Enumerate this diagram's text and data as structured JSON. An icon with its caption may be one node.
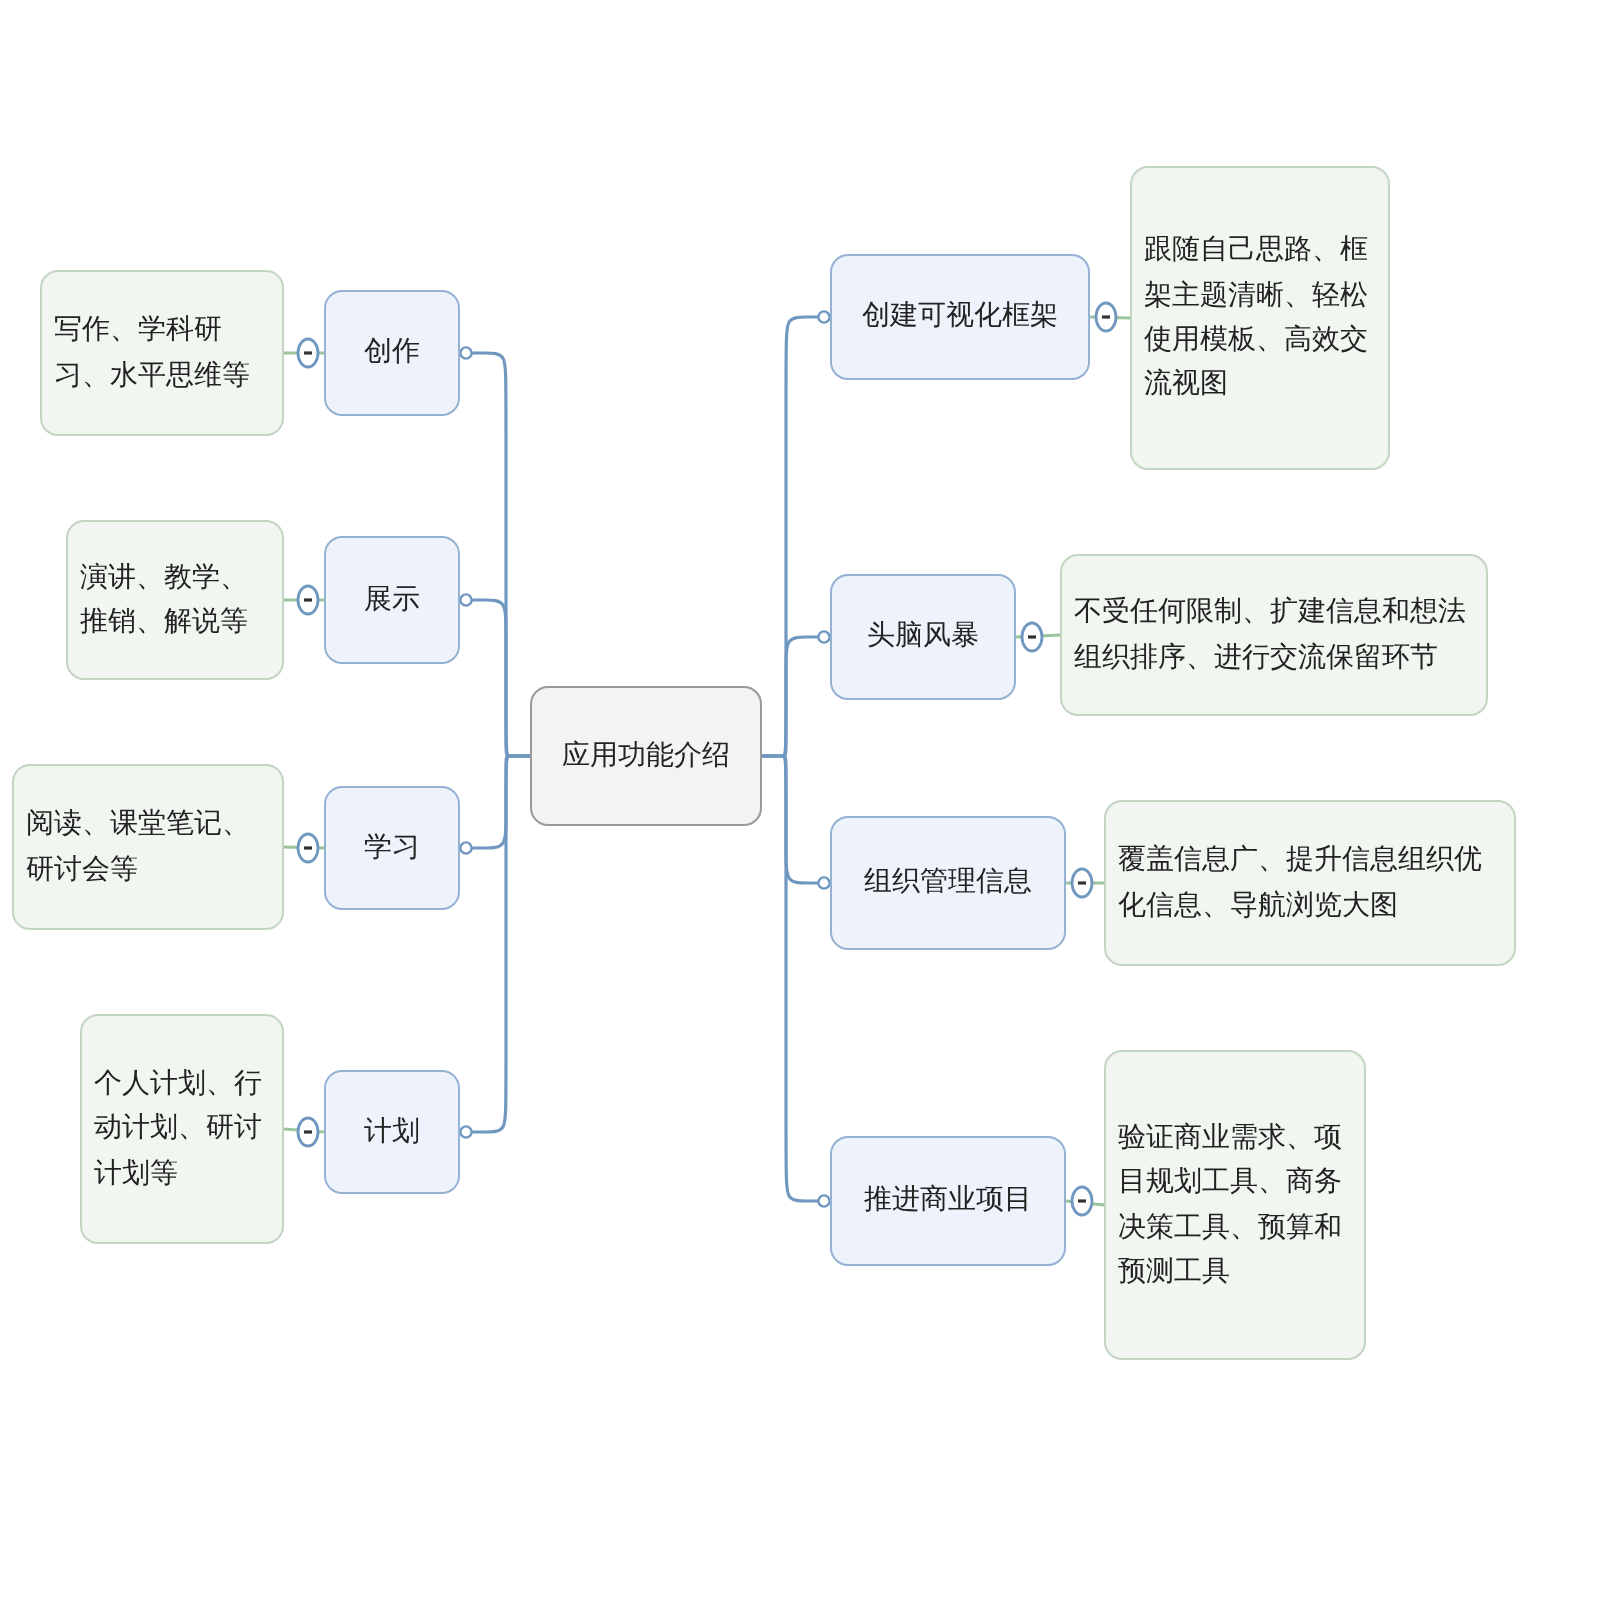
{
  "diagram": {
    "nodes": [
      {
        "text": [
          "应用功能介绍"
        ]
      },
      {
        "text": [
          "创作"
        ]
      },
      {
        "text": [
          "写作、学科研习、水平思维等"
        ]
      },
      {
        "text": [
          "展示"
        ]
      },
      {
        "text": [
          "演讲、教学、推销、解说等"
        ]
      },
      {
        "text": [
          "学习"
        ]
      },
      {
        "text": [
          "阅读、课堂笔记、研讨会等"
        ]
      },
      {
        "text": [
          "计划"
        ]
      },
      {
        "text": [
          "个人计划、行动计划、研讨计划等"
        ]
      },
      {
        "text": [
          "创建可视化框架"
        ]
      },
      {
        "text": [
          "跟随自己思路、框架主题清晰、轻松使用模板、高效交流视图"
        ]
      },
      {
        "text": [
          "头脑风暴"
        ]
      },
      {
        "text": [
          "不受任何限制、扩建信息和想法组织排序、进行交流保留环节"
        ]
      },
      {
        "text": [
          "组织管理信息"
        ]
      },
      {
        "text": [
          "覆盖信息广、提升信息组织优化信息、导航浏览大图"
        ]
      },
      {
        "text": [
          "推进商业项目"
        ]
      },
      {
        "text": [
          "验证商业需求、项目规划工具、商务决策工具、预算和预测工具"
        ]
      }
    ],
    "edges": [
      {
        "from": 0,
        "to": 1,
        "arrow": "other"
      },
      {
        "from": 0,
        "to": 3,
        "arrow": "other"
      },
      {
        "from": 0,
        "to": 5,
        "arrow": "other"
      },
      {
        "from": 0,
        "to": 7,
        "arrow": "other"
      },
      {
        "from": 0,
        "to": 9,
        "arrow": "other"
      },
      {
        "from": 0,
        "to": 11,
        "arrow": "other"
      },
      {
        "from": 0,
        "to": 13,
        "arrow": "other"
      },
      {
        "from": 0,
        "to": 15,
        "arrow": "other"
      },
      {
        "from": 1,
        "to": 2,
        "arrow": "none",
        "color": "#9cc49c"
      },
      {
        "from": 3,
        "to": 4,
        "arrow": "none",
        "color": "#9cc49c"
      },
      {
        "from": 5,
        "to": 6,
        "arrow": "none",
        "color": "#9cc49c"
      },
      {
        "from": 7,
        "to": 8,
        "arrow": "none",
        "color": "#9cc49c"
      },
      {
        "from": 9,
        "to": 10,
        "arrow": "none",
        "color": "#9cc49c"
      },
      {
        "from": 11,
        "to": 12,
        "arrow": "none",
        "color": "#9cc49c"
      },
      {
        "from": 13,
        "to": 14,
        "arrow": "none",
        "color": "#9cc49c"
      },
      {
        "from": 15,
        "to": 16,
        "arrow": "none",
        "color": "#9cc49c"
      }
    ]
  }
}
